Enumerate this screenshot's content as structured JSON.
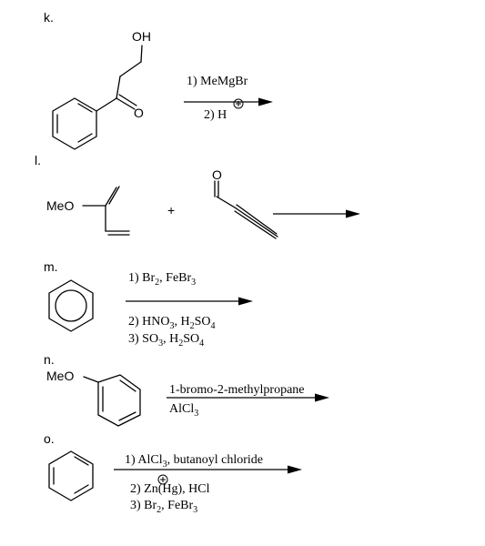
{
  "problems": {
    "k": {
      "label": "k.",
      "substituents": {
        "hydroxyl": "OH",
        "carbonyl_o": "O"
      },
      "step1": "1) MeMgBr",
      "step2": "2) H"
    },
    "l": {
      "label": "l.",
      "substituents": {
        "methoxy": "MeO",
        "aldehyde_o": "O"
      },
      "plus": "+"
    },
    "m": {
      "label": "m.",
      "step1": "1) Br",
      "step1_sub1": "2",
      "step1_mid": ", FeBr",
      "step1_sub2": "3",
      "step2": "2) HNO",
      "step2_sub1": "3",
      "step2_mid1": ", H",
      "step2_sub2": "2",
      "step2_mid2": "SO",
      "step2_sub3": "4",
      "step3": "3) SO",
      "step3_sub1": "3",
      "step3_mid1": ", H",
      "step3_sub2": "2",
      "step3_mid2": "SO",
      "step3_sub3": "4"
    },
    "n": {
      "label": "n.",
      "substituents": {
        "methoxy": "MeO"
      },
      "reagent1": "1-bromo-2-methylpropane",
      "reagent2": "AlCl",
      "reagent2_sub": "3"
    },
    "o": {
      "label": "o.",
      "step1": "1) AlCl",
      "step1_sub": "3",
      "step1_rest": ", butanoyl chloride",
      "step2": "2) Zn(Hg), HCl",
      "step3": "3) Br",
      "step3_sub1": "2",
      "step3_mid": ", FeBr",
      "step3_sub2": "3"
    }
  }
}
